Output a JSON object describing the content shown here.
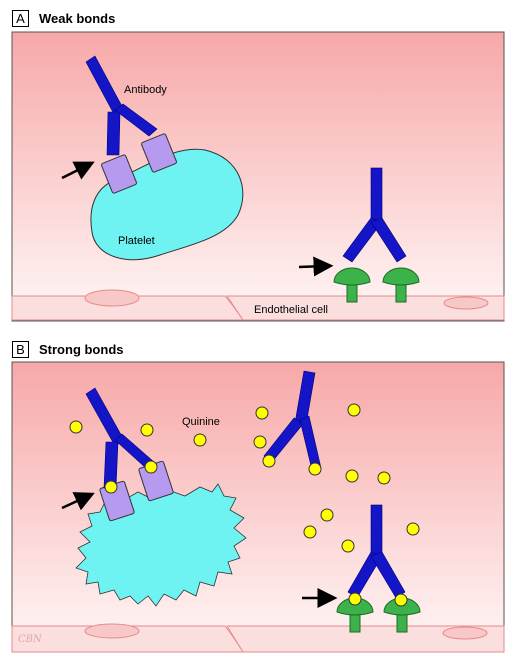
{
  "panel_a": {
    "letter": "A",
    "title": "Weak bonds"
  },
  "panel_b": {
    "letter": "B",
    "title": "Strong bonds"
  },
  "labels": {
    "antibody": "Antibody",
    "platelet": "Platelet",
    "endothelial_cell": "Endothelial cell",
    "quinine": "Quinine"
  },
  "signature": "CBN",
  "colors": {
    "background_top": "#f7a8a8",
    "background_bottom": "#fff5f5",
    "antibody": "#1515c8",
    "platelet": "#6ef2f2",
    "receptor": "#b59af0",
    "endothelial_receptor": "#3bb34a",
    "quinine": "#ffff00",
    "endothelium": "#fbdede"
  }
}
